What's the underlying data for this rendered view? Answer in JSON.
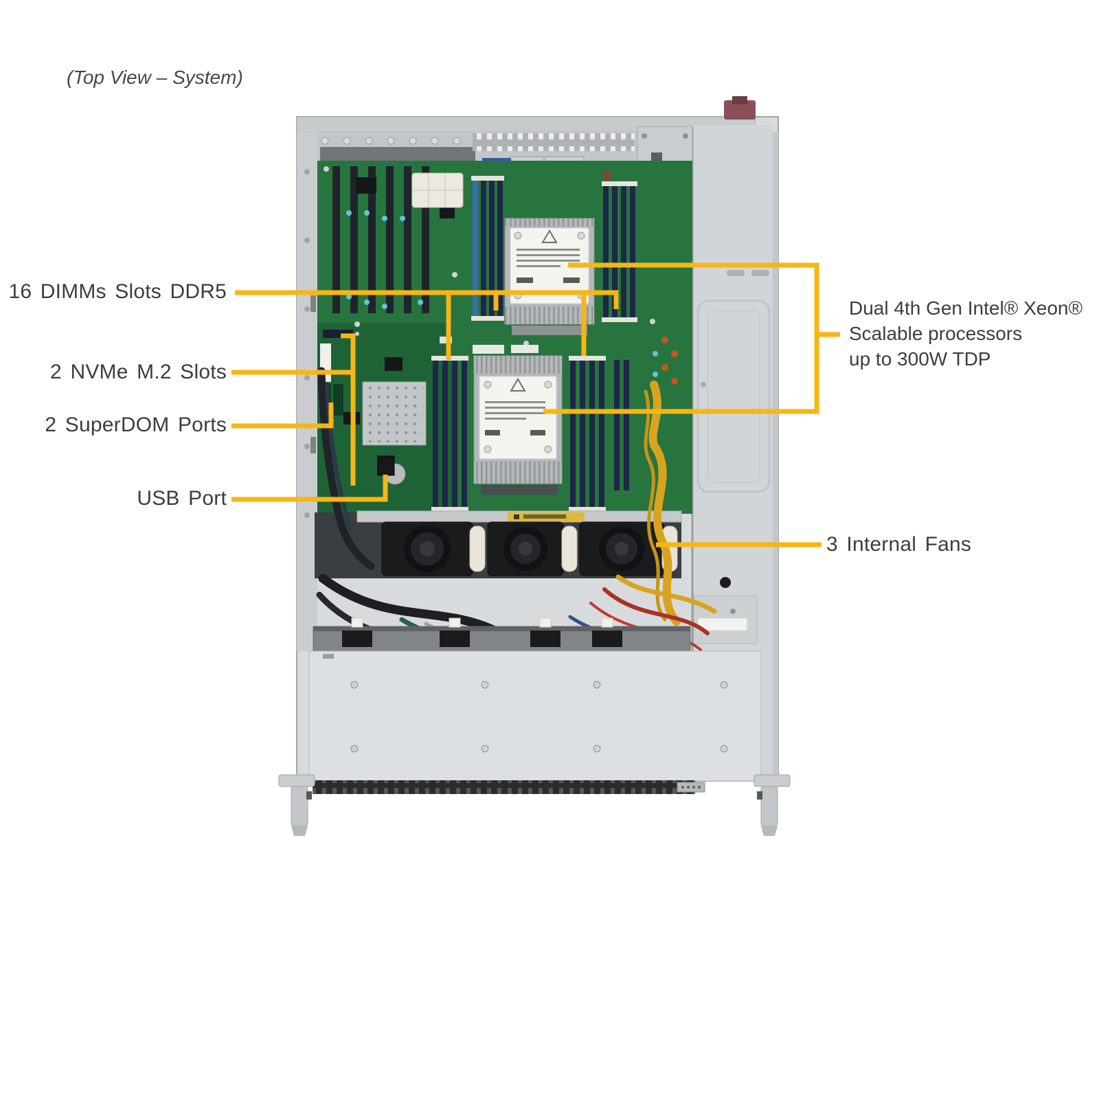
{
  "title": "(Top View – System)",
  "accent_color": "#F7B613",
  "callouts": {
    "dimm": "16 DIMMs Slots DDR5",
    "nvme": "2 NVMe M.2 Slots",
    "superdom": "2 SuperDOM Ports",
    "usb": "USB Port",
    "cpu_line1": "Dual 4th Gen Intel® Xeon®",
    "cpu_line2": "Scalable processors",
    "cpu_line3": "up to 300W TDP",
    "fans": "3 Internal Fans"
  }
}
